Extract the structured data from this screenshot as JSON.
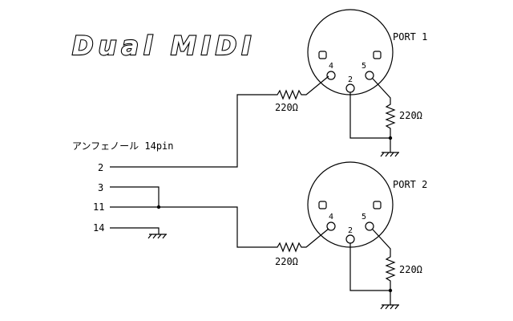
{
  "title": "Dual MIDI",
  "connector_label": "アンフェノール 14pin",
  "pins": [
    "2",
    "3",
    "11",
    "14"
  ],
  "ports": [
    {
      "name": "PORT 1",
      "pin_labels": {
        "left": "4",
        "mid": "2",
        "right": "5"
      },
      "series_resistor": "220Ω",
      "shunt_resistor": "220Ω"
    },
    {
      "name": "PORT 2",
      "pin_labels": {
        "left": "4",
        "mid": "2",
        "right": "5"
      },
      "series_resistor": "220Ω",
      "shunt_resistor": "220Ω"
    }
  ]
}
